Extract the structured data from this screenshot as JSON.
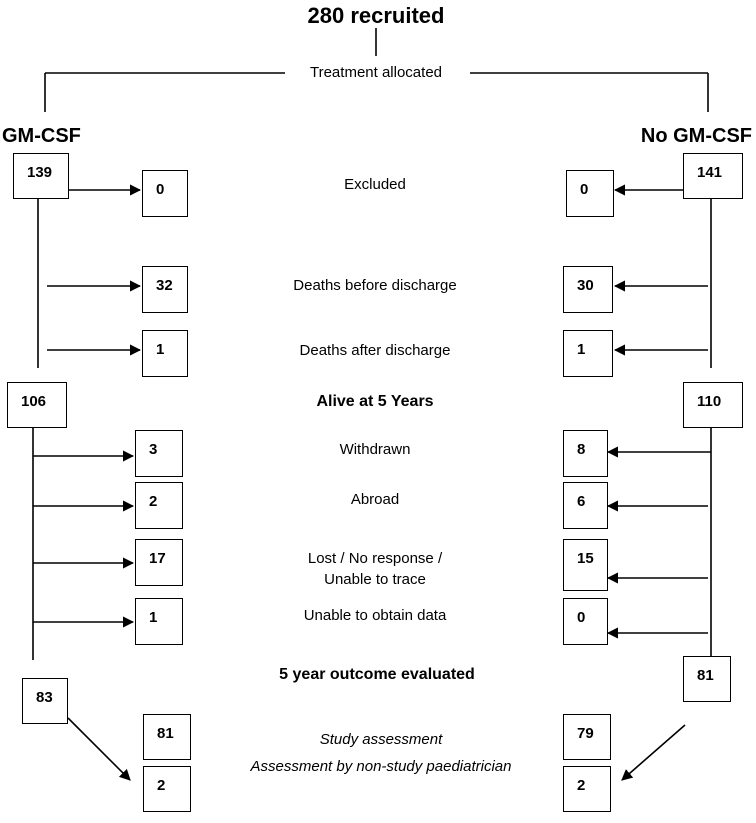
{
  "title": "280 recruited",
  "allocation": "Treatment allocated",
  "arms": {
    "left": "GM-CSF",
    "right": "No GM-CSF"
  },
  "stages": {
    "excluded": "Excluded",
    "deaths_before": "Deaths before discharge",
    "deaths_after": "Deaths after discharge",
    "alive": "Alive at 5 Years",
    "withdrawn": "Withdrawn",
    "abroad": "Abroad",
    "lost_line1": "Lost / No response /",
    "lost_line2": "Unable to trace",
    "unable": "Unable to obtain data",
    "outcome": "5 year outcome evaluated",
    "study_assessment": "Study assessment",
    "non_study": "Assessment by non-study paediatrician"
  },
  "left": {
    "allocated": "139",
    "excluded": "0",
    "deaths_before": "32",
    "deaths_after": "1",
    "alive": "106",
    "withdrawn": "3",
    "abroad": "2",
    "lost": "17",
    "unable": "1",
    "evaluated": "83",
    "study_assessment": "81",
    "non_study": "2"
  },
  "right": {
    "allocated": "141",
    "excluded": "0",
    "deaths_before": "30",
    "deaths_after": "1",
    "alive": "110",
    "withdrawn": "8",
    "abroad": "6",
    "lost": "15",
    "unable": "0",
    "evaluated": "81",
    "study_assessment": "79",
    "non_study": "2"
  }
}
